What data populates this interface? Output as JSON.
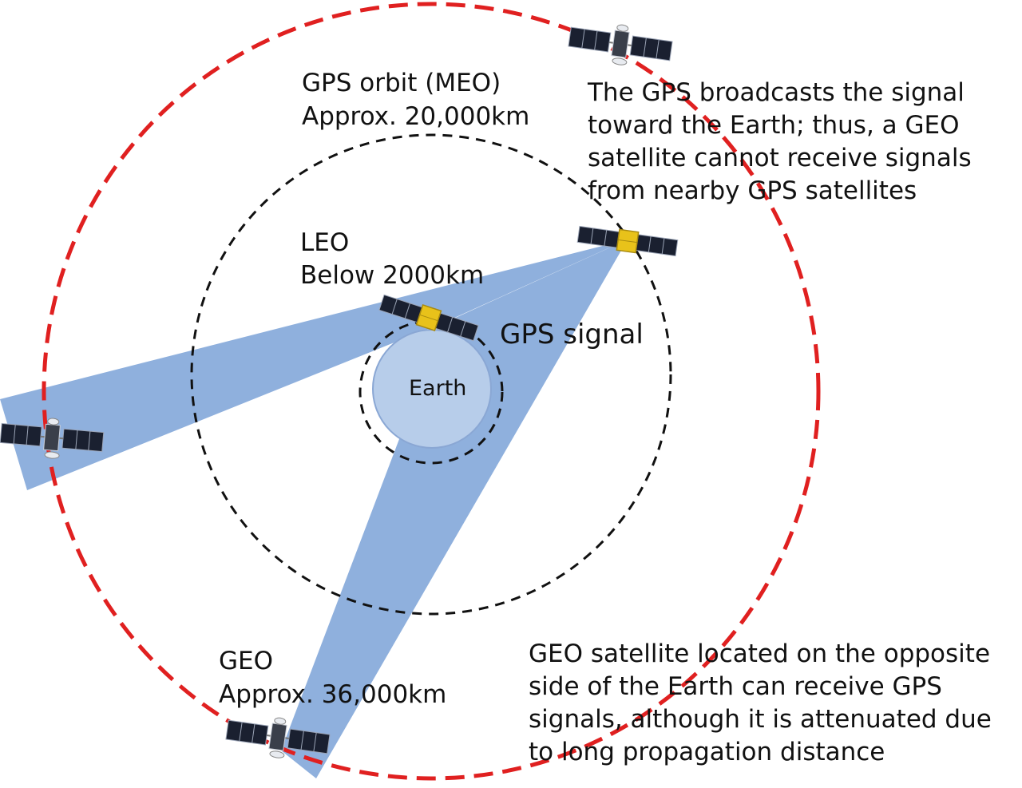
{
  "labels": {
    "meo_line1": "GPS orbit (MEO)",
    "meo_line2": "Approx. 20,000km",
    "leo_line1": "LEO",
    "leo_line2": "Below 2000km",
    "gps_signal": "GPS signal",
    "earth": "Earth",
    "geo_line1": "GEO",
    "geo_line2": "Approx. 36,000km"
  },
  "notes": {
    "top": [
      "The GPS broadcasts the signal",
      "toward the Earth; thus, a GEO",
      "satellite cannot receive signals",
      "from nearby GPS satellites"
    ],
    "bottom": [
      "GEO satellite located on the opposite",
      "side of the Earth can receive GPS",
      "signals, although it is attenuated due",
      "to long propagation distance"
    ]
  },
  "colors": {
    "geo_orbit": "#e02020",
    "orbit_dash": "#111111",
    "beam": "#8fb0dd",
    "earth_fill": "#b7cdea",
    "earth_stroke": "#8aa7d4",
    "solar_panel": "#1a2030",
    "gps_body": "#e8c21a",
    "geo_body": "#3a3f4a"
  },
  "icons": {
    "satellite": "satellite-icon"
  }
}
